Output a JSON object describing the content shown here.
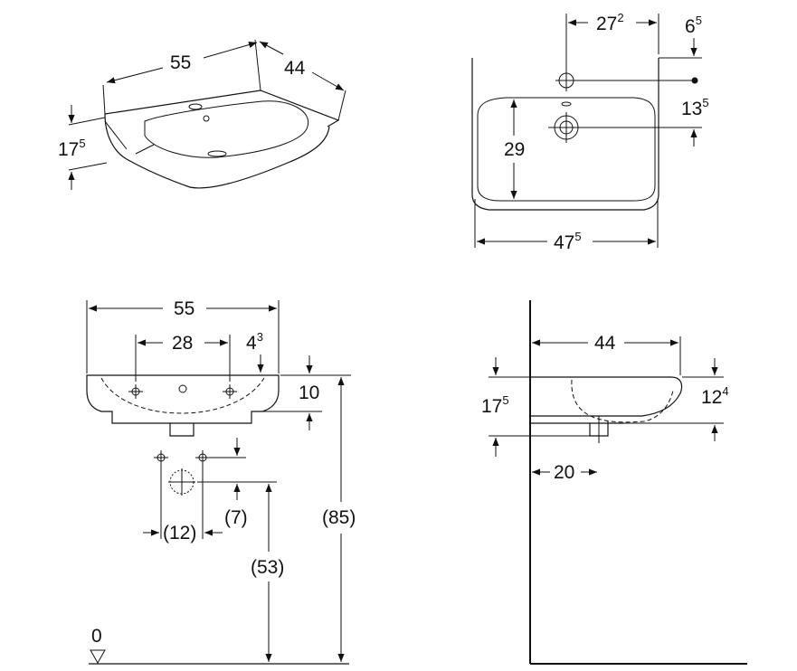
{
  "iso_view": {
    "width": "55",
    "depth": "44",
    "height_main": "17",
    "height_sup": "5"
  },
  "top_view": {
    "tap_offset_main": "27",
    "tap_offset_sup": "2",
    "edge_offset_main": "6",
    "edge_offset_sup": "5",
    "drain_offset_main": "13",
    "drain_offset_sup": "5",
    "bowl_depth": "29",
    "bowl_width_main": "47",
    "bowl_width_sup": "5"
  },
  "front_view": {
    "width": "55",
    "fixing_distance": "28",
    "fixing_offset_main": "4",
    "fixing_offset_sup": "3",
    "rim_height": "10",
    "total_height": "(85)",
    "waste_height": "(53)",
    "supply_spacing": "(12)",
    "supply_offset": "(7)",
    "floor_label": "0"
  },
  "side_view": {
    "depth": "44",
    "height_main": "17",
    "height_sup": "5",
    "inner_height_main": "12",
    "inner_height_sup": "4",
    "waste_distance": "20"
  }
}
